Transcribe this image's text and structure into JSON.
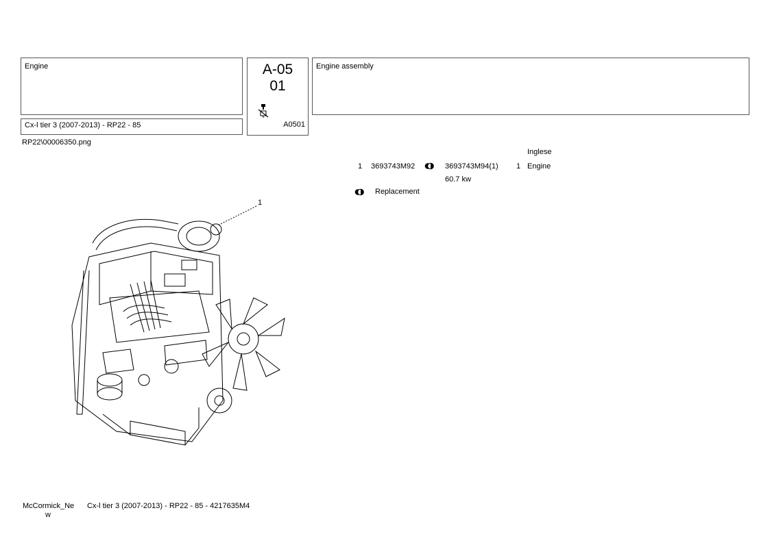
{
  "header": {
    "section": "Engine",
    "model": "Cx-l tier 3 (2007-2013) - RP22 - 85",
    "code_main": "A-05",
    "code_sub": "01",
    "code_ref": "A0501",
    "title": "Engine assembly",
    "image_path": "RP22\\00006350.png"
  },
  "parts_table": {
    "language_header": "Inglese",
    "rows": [
      {
        "pos": "1",
        "part_number": "3693743M92",
        "replacement_icon": "replacement-icon",
        "replacement_part": "3693743M94(1)",
        "qty": "1",
        "description": "Engine",
        "note": "60.7 kw"
      }
    ],
    "legend": {
      "icon": "replacement-icon",
      "label": "Replacement"
    }
  },
  "drawing": {
    "callout": "1"
  },
  "footer": {
    "brand_line1": "McCormick_Ne",
    "brand_line2": "w",
    "doc": "Cx-l tier 3 (2007-2013) - RP22 - 85 - 4217635M4"
  }
}
